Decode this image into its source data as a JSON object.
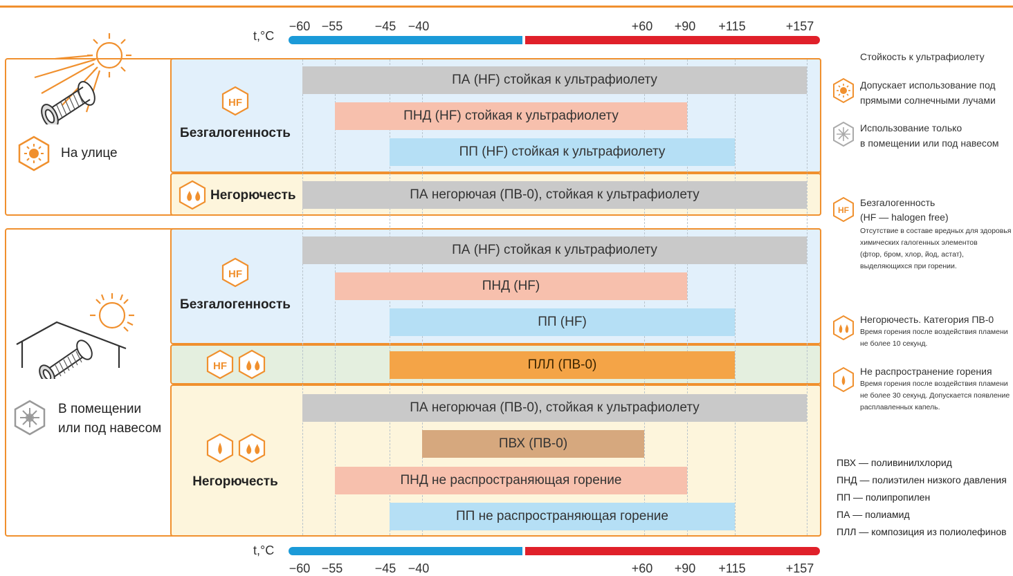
{
  "colors": {
    "accent": "#f0902e",
    "cold": "#1b9ad8",
    "hot": "#e0202a"
  },
  "scale": {
    "unit": "t,°C",
    "ticks": [
      "−60",
      "−55",
      "−45",
      "−40",
      "+60",
      "+90",
      "+115",
      "+157"
    ]
  },
  "outdoor": {
    "place_label": "На улице",
    "icon": "sun-hexagon-icon",
    "hf_label": "Безгалогенность",
    "nonflam_label": "Негорючесть",
    "bars": {
      "pa_hf_uv": "ПА (HF) стойкая к ультрафиолету",
      "pnd_hf_uv": "ПНД (HF) стойкая к ультрафиолету",
      "pp_hf_uv": "ПП (HF) стойкая к ультрафиолету",
      "pa_nonflam_uv": "ПА негорючая (ПВ-0), стойкая к ультрафиолету"
    }
  },
  "indoor": {
    "place_label_1": "В помещении",
    "place_label_2": "или под навесом",
    "icon": "snowflake-hexagon-icon",
    "hf_label": "Безгалогенность",
    "nonflam_label": "Негорючесть",
    "bars": {
      "pa_hf_uv": "ПА (HF) стойкая к ультрафиолету",
      "pnd_hf": "ПНД (HF)",
      "pp_hf": "ПП (HF)",
      "pll": "ПЛЛ (ПВ-0)",
      "pa_nonflam_uv": "ПА негорючая (ПВ-0), стойкая к ультрафиолету",
      "pvc": "ПВХ (ПВ-0)",
      "pnd_nonspread": "ПНД не распространяющая горение",
      "pp_nonspread": "ПП не распространяющая горение"
    }
  },
  "legend": {
    "uv_title": "Стойкость к ультрафиолету",
    "sun_1": "Допускает использование под",
    "sun_2": "прямыми солнечными лучами",
    "indoor_1": "Использование только",
    "indoor_2": "в помещении или под навесом",
    "hf_1": "Безгалогенность",
    "hf_2": "(HF — halogen free)",
    "hf_desc_1": "Отсутствие в составе вредных для здоровья",
    "hf_desc_2": "химических галогенных элементов",
    "hf_desc_3": "(фтор, бром, хлор, йод, астат),",
    "hf_desc_4": "выделяющихся при горении.",
    "nf_1": "Негорючесть. Категория ПВ-0",
    "nf_desc_1": "Время горения после воздействия пламени",
    "nf_desc_2": "не более 10 секунд.",
    "ns_1": "Не распространение горения",
    "ns_desc_1": "Время горения после воздействия пламени",
    "ns_desc_2": "не более 30 секунд. Допускается появление",
    "ns_desc_3": "расплавленных капель.",
    "hf_badge": "HF"
  },
  "abbreviations": [
    "ПВХ — поливинилхлорид",
    "ПНД — полиэтилен низкого давления",
    "ПП — полипропилен",
    "ПА — полиамид",
    "ПЛЛ — композиция из полиолефинов"
  ]
}
